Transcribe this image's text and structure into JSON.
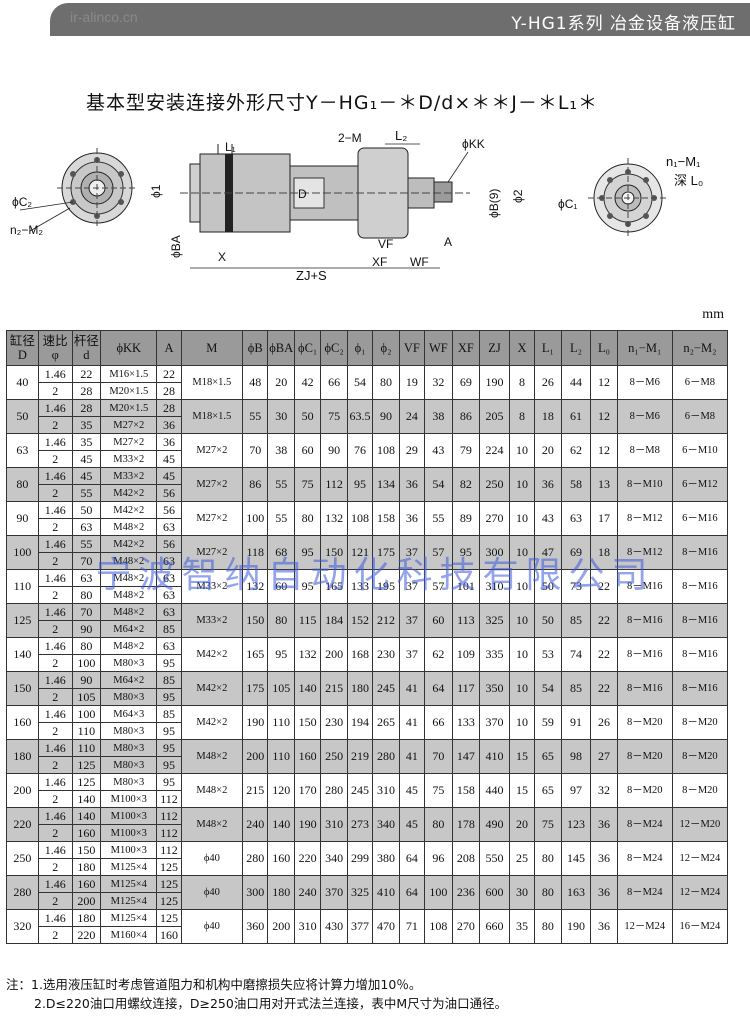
{
  "header": {
    "title": "Y-HG1系列  冶金设备液压缸",
    "watermark": "ir-alinco.cn"
  },
  "main_title": "基本型安装连接外形尺寸Y－HG₁－＊D/d×＊＊J－＊L₁＊",
  "drawing_labels": {
    "c2": "ϕC₂",
    "m2": "n₂−M₂",
    "l1": "L₁",
    "phi1": "ϕ1",
    "phiba": "ϕBA",
    "x": "X",
    "zjs": "ZJ+S",
    "d": "D",
    "twom": "2−M",
    "l2": "L₂",
    "kk": "ϕKK",
    "b9": "ϕB(9)",
    "phi2": "ϕ2",
    "vf": "VF",
    "xf": "XF",
    "wf": "WF",
    "a": "A",
    "m1": "n₁−M₁",
    "depth": "深 L₀",
    "c1": "ϕC₁"
  },
  "unit": "mm",
  "table": {
    "headers": [
      "缸径 D",
      "速比 φ",
      "杆径 d",
      "ϕKK",
      "A",
      "M",
      "ϕB",
      "ϕBA",
      "ϕC₁",
      "ϕC₂",
      "ϕ₁",
      "ϕ₂",
      "VF",
      "WF",
      "XF",
      "ZJ",
      "X",
      "L₁",
      "L₂",
      "L₀",
      "n₁−M₁",
      "n₂−M₂"
    ],
    "groups": [
      {
        "D": "40",
        "M": "M18×1.5",
        "common": [
          "48",
          "20",
          "42",
          "66",
          "54",
          "80",
          "19",
          "32",
          "69",
          "190",
          "8",
          "26",
          "44",
          "12"
        ],
        "n1m1": "8－M6",
        "n2m2": "6－M8",
        "rows": [
          {
            "phi": "1.46",
            "d": "22",
            "kk": "M16×1.5",
            "a": "22"
          },
          {
            "phi": "2",
            "d": "28",
            "kk": "M20×1.5",
            "a": "28"
          }
        ]
      },
      {
        "D": "50",
        "M": "M18×1.5",
        "common": [
          "55",
          "30",
          "50",
          "75",
          "63.5",
          "90",
          "24",
          "38",
          "86",
          "205",
          "8",
          "18",
          "61",
          "12"
        ],
        "n1m1": "8－M6",
        "n2m2": "6－M8",
        "rows": [
          {
            "phi": "1.46",
            "d": "28",
            "kk": "M20×1.5",
            "a": "28"
          },
          {
            "phi": "2",
            "d": "35",
            "kk": "M27×2",
            "a": "36"
          }
        ]
      },
      {
        "D": "63",
        "M": "M27×2",
        "common": [
          "70",
          "38",
          "60",
          "90",
          "76",
          "108",
          "29",
          "43",
          "79",
          "224",
          "10",
          "20",
          "62",
          "12"
        ],
        "n1m1": "8－M8",
        "n2m2": "6－M10",
        "rows": [
          {
            "phi": "1.46",
            "d": "35",
            "kk": "M27×2",
            "a": "36"
          },
          {
            "phi": "2",
            "d": "45",
            "kk": "M33×2",
            "a": "45"
          }
        ]
      },
      {
        "D": "80",
        "M": "M27×2",
        "common": [
          "86",
          "55",
          "75",
          "112",
          "95",
          "134",
          "36",
          "54",
          "82",
          "250",
          "10",
          "36",
          "58",
          "13"
        ],
        "n1m1": "8－M10",
        "n2m2": "6－M12",
        "rows": [
          {
            "phi": "1.46",
            "d": "45",
            "kk": "M33×2",
            "a": "45"
          },
          {
            "phi": "2",
            "d": "55",
            "kk": "M42×2",
            "a": "56"
          }
        ]
      },
      {
        "D": "90",
        "M": "M27×2",
        "common": [
          "100",
          "55",
          "80",
          "132",
          "108",
          "158",
          "36",
          "55",
          "89",
          "270",
          "10",
          "43",
          "63",
          "17"
        ],
        "n1m1": "8－M12",
        "n2m2": "6－M16",
        "rows": [
          {
            "phi": "1.46",
            "d": "50",
            "kk": "M42×2",
            "a": "56"
          },
          {
            "phi": "2",
            "d": "63",
            "kk": "M48×2",
            "a": "63"
          }
        ]
      },
      {
        "D": "100",
        "M": "M27×2",
        "common": [
          "118",
          "68",
          "95",
          "150",
          "121",
          "175",
          "37",
          "57",
          "95",
          "300",
          "10",
          "47",
          "69",
          "18"
        ],
        "n1m1": "8－M12",
        "n2m2": "8－M16",
        "rows": [
          {
            "phi": "1.46",
            "d": "55",
            "kk": "M42×2",
            "a": "56"
          },
          {
            "phi": "2",
            "d": "70",
            "kk": "M48×2",
            "a": "63"
          }
        ]
      },
      {
        "D": "110",
        "M": "M33×2",
        "common": [
          "132",
          "60",
          "95",
          "165",
          "133",
          "195",
          "37",
          "57",
          "101",
          "310",
          "10",
          "50",
          "73",
          "22"
        ],
        "n1m1": "8－M16",
        "n2m2": "8－M16",
        "rows": [
          {
            "phi": "1.46",
            "d": "63",
            "kk": "M48×2",
            "a": "63"
          },
          {
            "phi": "2",
            "d": "80",
            "kk": "M48×2",
            "a": "63"
          }
        ]
      },
      {
        "D": "125",
        "M": "M33×2",
        "common": [
          "150",
          "80",
          "115",
          "184",
          "152",
          "212",
          "37",
          "60",
          "113",
          "325",
          "10",
          "50",
          "85",
          "22"
        ],
        "n1m1": "8－M16",
        "n2m2": "8－M16",
        "rows": [
          {
            "phi": "1.46",
            "d": "70",
            "kk": "M48×2",
            "a": "63"
          },
          {
            "phi": "2",
            "d": "90",
            "kk": "M64×2",
            "a": "85"
          }
        ]
      },
      {
        "D": "140",
        "M": "M42×2",
        "common": [
          "165",
          "95",
          "132",
          "200",
          "168",
          "230",
          "37",
          "62",
          "109",
          "335",
          "10",
          "53",
          "74",
          "22"
        ],
        "n1m1": "8－M16",
        "n2m2": "8－M16",
        "rows": [
          {
            "phi": "1.46",
            "d": "80",
            "kk": "M48×2",
            "a": "63"
          },
          {
            "phi": "2",
            "d": "100",
            "kk": "M80×3",
            "a": "95"
          }
        ]
      },
      {
        "D": "150",
        "M": "M42×2",
        "common": [
          "175",
          "105",
          "140",
          "215",
          "180",
          "245",
          "41",
          "64",
          "117",
          "350",
          "10",
          "54",
          "85",
          "22"
        ],
        "n1m1": "8－M16",
        "n2m2": "8－M16",
        "rows": [
          {
            "phi": "1.46",
            "d": "90",
            "kk": "M64×2",
            "a": "85"
          },
          {
            "phi": "2",
            "d": "105",
            "kk": "M80×3",
            "a": "95"
          }
        ]
      },
      {
        "D": "160",
        "M": "M42×2",
        "common": [
          "190",
          "110",
          "150",
          "230",
          "194",
          "265",
          "41",
          "66",
          "133",
          "370",
          "10",
          "59",
          "91",
          "26"
        ],
        "n1m1": "8－M20",
        "n2m2": "8－M20",
        "rows": [
          {
            "phi": "1.46",
            "d": "100",
            "kk": "M64×3",
            "a": "85"
          },
          {
            "phi": "2",
            "d": "110",
            "kk": "M80×3",
            "a": "95"
          }
        ]
      },
      {
        "D": "180",
        "M": "M48×2",
        "common": [
          "200",
          "110",
          "160",
          "250",
          "219",
          "280",
          "41",
          "70",
          "147",
          "410",
          "15",
          "65",
          "98",
          "27"
        ],
        "n1m1": "8－M20",
        "n2m2": "8－M20",
        "rows": [
          {
            "phi": "1.46",
            "d": "110",
            "kk": "M80×3",
            "a": "95"
          },
          {
            "phi": "2",
            "d": "125",
            "kk": "M80×3",
            "a": "95"
          }
        ]
      },
      {
        "D": "200",
        "M": "M48×2",
        "common": [
          "215",
          "120",
          "170",
          "280",
          "245",
          "310",
          "45",
          "75",
          "158",
          "440",
          "15",
          "65",
          "97",
          "32"
        ],
        "n1m1": "8－M20",
        "n2m2": "8－M20",
        "rows": [
          {
            "phi": "1.46",
            "d": "125",
            "kk": "M80×3",
            "a": "95"
          },
          {
            "phi": "2",
            "d": "140",
            "kk": "M100×3",
            "a": "112"
          }
        ]
      },
      {
        "D": "220",
        "M": "M48×2",
        "common": [
          "240",
          "140",
          "190",
          "310",
          "273",
          "340",
          "45",
          "80",
          "178",
          "490",
          "20",
          "75",
          "123",
          "36"
        ],
        "n1m1": "8－M24",
        "n2m2": "12－M20",
        "rows": [
          {
            "phi": "1.46",
            "d": "140",
            "kk": "M100×3",
            "a": "112"
          },
          {
            "phi": "2",
            "d": "160",
            "kk": "M100×3",
            "a": "112"
          }
        ]
      },
      {
        "D": "250",
        "M": "ϕ40",
        "common": [
          "280",
          "160",
          "220",
          "340",
          "299",
          "380",
          "64",
          "96",
          "208",
          "550",
          "25",
          "80",
          "145",
          "36"
        ],
        "n1m1": "8－M24",
        "n2m2": "12－M24",
        "rows": [
          {
            "phi": "1.46",
            "d": "150",
            "kk": "M100×3",
            "a": "112"
          },
          {
            "phi": "2",
            "d": "180",
            "kk": "M125×4",
            "a": "125"
          }
        ]
      },
      {
        "D": "280",
        "M": "ϕ40",
        "common": [
          "300",
          "180",
          "240",
          "370",
          "325",
          "410",
          "64",
          "100",
          "236",
          "600",
          "30",
          "80",
          "163",
          "36"
        ],
        "n1m1": "8－M24",
        "n2m2": "12－M24",
        "rows": [
          {
            "phi": "1.46",
            "d": "160",
            "kk": "M125×4",
            "a": "125"
          },
          {
            "phi": "2",
            "d": "200",
            "kk": "M125×4",
            "a": "125"
          }
        ]
      },
      {
        "D": "320",
        "M": "ϕ40",
        "common": [
          "360",
          "200",
          "310",
          "430",
          "377",
          "470",
          "71",
          "108",
          "270",
          "660",
          "35",
          "80",
          "190",
          "36"
        ],
        "n1m1": "12－M24",
        "n2m2": "16－M24",
        "rows": [
          {
            "phi": "1.46",
            "d": "180",
            "kk": "M125×4",
            "a": "125"
          },
          {
            "phi": "2",
            "d": "220",
            "kk": "M160×4",
            "a": "160"
          }
        ]
      }
    ]
  },
  "watermark_text": "宁波智纳自动化科技有限公司",
  "notes": {
    "line1": "注：1.选用液压缸时考虑管道阻力和机构中磨擦损失应将计算力增加10％。",
    "line2": "2.D≤220油口用螺纹连接，D≥250油口用对开式法兰连接，表中M尺寸为油口通径。"
  }
}
